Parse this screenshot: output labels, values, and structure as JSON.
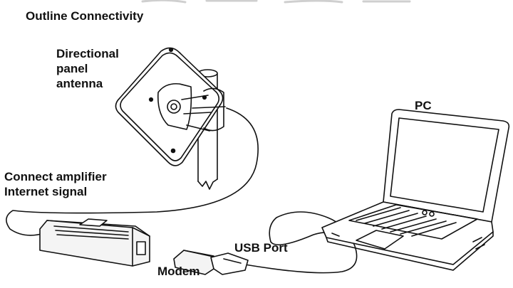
{
  "labels": {
    "title": "Outline Connectivity",
    "antenna": "Directional\npanel\nantenna",
    "pc": "PC",
    "amplifier": "Connect amplifier\nInternet signal",
    "usb_port": "USB Port",
    "modem": "Modem"
  },
  "colors": {
    "line": "#111111",
    "background": "#ffffff",
    "device_fill": "#f4f4f4"
  },
  "icons": {
    "antenna": "panel-antenna-drawing",
    "mast": "mast-pole-drawing",
    "amplifier": "amplifier-box-drawing",
    "modem": "usb-modem-drawing",
    "laptop": "laptop-drawing"
  }
}
